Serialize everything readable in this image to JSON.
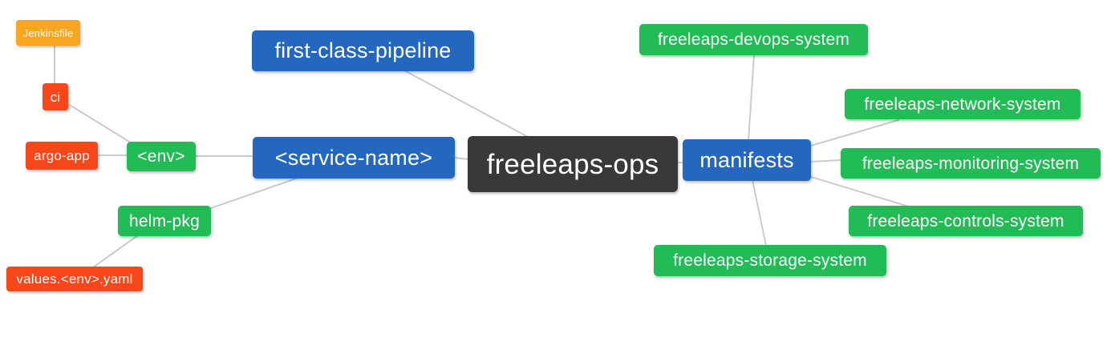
{
  "palette": {
    "root_node_bg": "#3B3838",
    "level1_node_bg": "#2368BE",
    "level2_node_bg": "#21BC56",
    "level3_node_bg": "#F7471A",
    "level4_node_bg": "#F7A622",
    "node_text": "#FFFFFF",
    "edge_line": "#CBCBCB",
    "canvas_bg": "#FFFFFF"
  },
  "mindmap": {
    "nodes": {
      "freeleaps_ops": {
        "label": "freeleaps-ops",
        "level": "root",
        "color": "#3B3838"
      },
      "first_class_pipeline": {
        "label": "first-class-pipeline",
        "level": "1",
        "color": "#2368BE"
      },
      "service_name": {
        "label": "<service-name>",
        "level": "1",
        "color": "#2368BE"
      },
      "manifests": {
        "label": "manifests",
        "level": "1",
        "color": "#2368BE"
      },
      "env": {
        "label": "<env>",
        "level": "2",
        "color": "#21BC56"
      },
      "helm_pkg": {
        "label": "helm-pkg",
        "level": "2",
        "color": "#21BC56"
      },
      "ci": {
        "label": "ci",
        "level": "3",
        "color": "#F7471A"
      },
      "argo_app": {
        "label": "argo-app",
        "level": "3",
        "color": "#F7471A"
      },
      "jenkinsfile": {
        "label": "Jenkinsfile",
        "level": "4",
        "color": "#F7A622"
      },
      "values_env_yaml": {
        "label": "values.<env>.yaml",
        "level": "3",
        "color": "#F7471A"
      },
      "devops_system": {
        "label": "freeleaps-devops-system",
        "level": "2",
        "color": "#21BC56"
      },
      "network_system": {
        "label": "freeleaps-network-system",
        "level": "2",
        "color": "#21BC56"
      },
      "monitoring_system": {
        "label": "freeleaps-monitoring-system",
        "level": "2",
        "color": "#21BC56"
      },
      "controls_system": {
        "label": "freeleaps-controls-system",
        "level": "2",
        "color": "#21BC56"
      },
      "storage_system": {
        "label": "freeleaps-storage-system",
        "level": "2",
        "color": "#21BC56"
      }
    },
    "edges": [
      {
        "from": "jenkinsfile",
        "to": "ci"
      },
      {
        "from": "ci",
        "to": "env"
      },
      {
        "from": "argo_app",
        "to": "env"
      },
      {
        "from": "env",
        "to": "service_name"
      },
      {
        "from": "helm_pkg",
        "to": "service_name"
      },
      {
        "from": "values_env_yaml",
        "to": "helm_pkg"
      },
      {
        "from": "service_name",
        "to": "freeleaps_ops"
      },
      {
        "from": "first_class_pipeline",
        "to": "freeleaps_ops"
      },
      {
        "from": "freeleaps_ops",
        "to": "manifests"
      },
      {
        "from": "manifests",
        "to": "devops_system"
      },
      {
        "from": "manifests",
        "to": "network_system"
      },
      {
        "from": "manifests",
        "to": "monitoring_system"
      },
      {
        "from": "manifests",
        "to": "controls_system"
      },
      {
        "from": "manifests",
        "to": "storage_system"
      }
    ]
  }
}
